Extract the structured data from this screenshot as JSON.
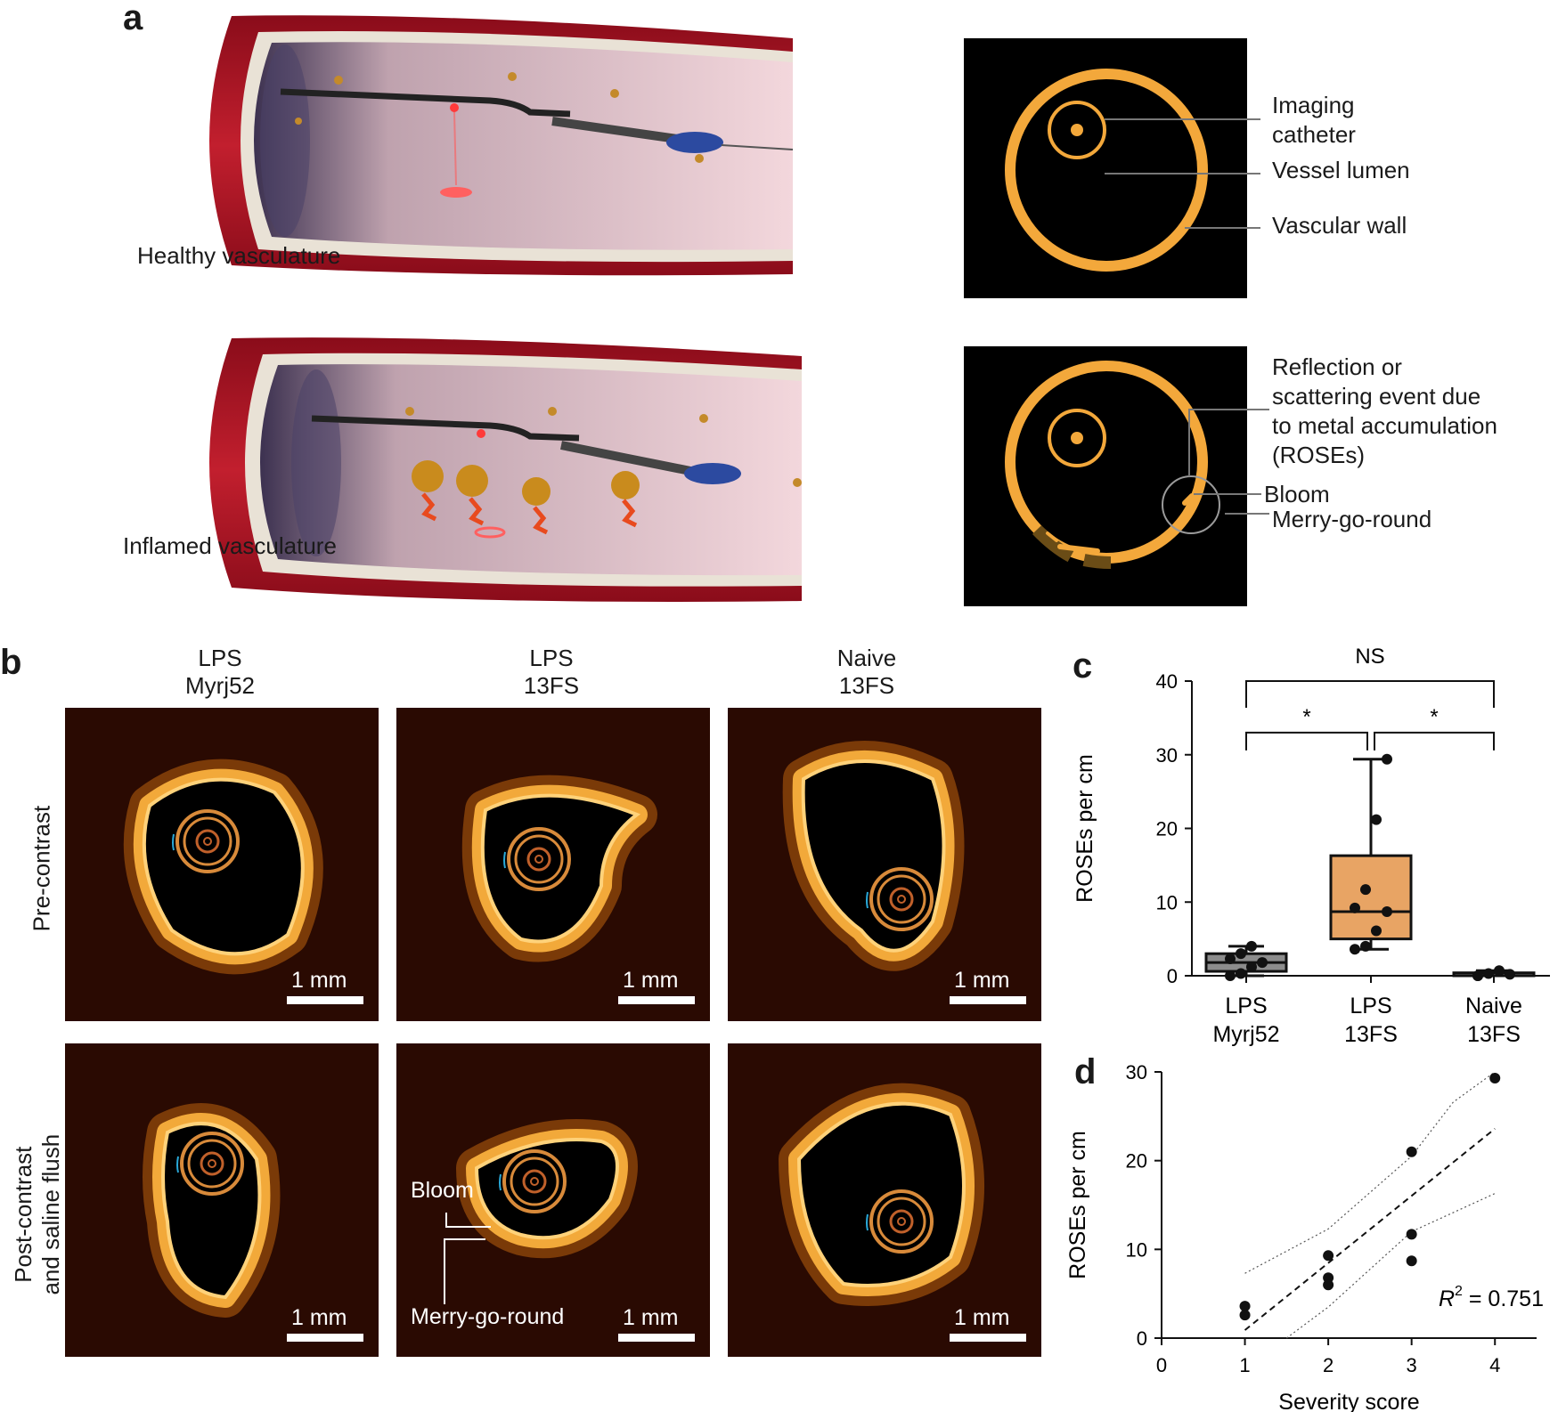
{
  "panel_a": {
    "label": "a",
    "healthy_caption": "Healthy vasculature",
    "inflamed_caption": "Inflamed vasculature",
    "schematic_top": [
      "Imaging",
      "catheter",
      "Vessel lumen",
      "Vascular wall"
    ],
    "schematic_bottom": [
      "Reflection or",
      "scattering event due",
      "to metal accumulation",
      "(ROSEs)",
      "Bloom",
      "Merry-go-round"
    ]
  },
  "panel_b": {
    "label": "b",
    "columns": [
      {
        "line1": "LPS",
        "line2": "Myrj52"
      },
      {
        "line1": "LPS",
        "line2": "13FS"
      },
      {
        "line1": "Naive",
        "line2": "13FS"
      }
    ],
    "rows": [
      {
        "line1": "Pre-contrast"
      },
      {
        "line1": "Post-contrast",
        "line2": "and saline flush"
      }
    ],
    "scale_bar_label": "1 mm",
    "bloom_label": "Bloom",
    "merry_label": "Merry-go-round",
    "colors": {
      "wall": "#f2a93a",
      "bright": "#ffd27a",
      "lumen": "#000000",
      "tissue": "#2a0a02"
    }
  },
  "chart_data": [
    {
      "panel": "c",
      "type": "box",
      "ylabel": "ROSEs per cm",
      "ylim": [
        0,
        40
      ],
      "yticks": [
        0,
        10,
        20,
        30,
        40
      ],
      "categories": [
        "LPS\nMyrj52",
        "LPS\n13FS",
        "Naive\n13FS"
      ],
      "category_lines": [
        [
          "LPS",
          "Myrj52"
        ],
        [
          "LPS",
          "13FS"
        ],
        [
          "Naive",
          "13FS"
        ]
      ],
      "boxes": [
        {
          "min": 0,
          "q1": 0.6,
          "median": 1.8,
          "q3": 3.0,
          "max": 4.0,
          "color": "#8c8c8c",
          "points": [
            0,
            0.3,
            1.2,
            1.8,
            2.3,
            3.0,
            4.0
          ]
        },
        {
          "min": 3.6,
          "q1": 5.0,
          "median": 8.7,
          "q3": 16.3,
          "max": 29.4,
          "color": "#e8a464",
          "points": [
            3.6,
            4.0,
            6.1,
            8.7,
            9.2,
            11.7,
            21.2,
            29.4
          ]
        },
        {
          "min": 0,
          "q1": 0,
          "median": 0,
          "q3": 0.4,
          "max": 0.7,
          "color": "#8c8c8c",
          "points": [
            0,
            0.3,
            0.7,
            0.2,
            0
          ]
        }
      ],
      "significance": [
        {
          "from": 0,
          "to": 2,
          "label": "NS",
          "level": 40
        },
        {
          "from": 0,
          "to": 1,
          "label": "*",
          "level": 33
        },
        {
          "from": 1,
          "to": 2,
          "label": "*",
          "level": 33
        }
      ]
    },
    {
      "panel": "d",
      "type": "scatter",
      "xlabel": "Severity score",
      "ylabel": "ROSEs per cm",
      "xlim": [
        0,
        4.5
      ],
      "ylim": [
        0,
        30
      ],
      "xticks": [
        0,
        1,
        2,
        3,
        4
      ],
      "yticks": [
        0,
        10,
        20,
        30
      ],
      "points": [
        {
          "x": 1,
          "y": 3.6
        },
        {
          "x": 1,
          "y": 2.6
        },
        {
          "x": 2,
          "y": 9.3
        },
        {
          "x": 2,
          "y": 6.8
        },
        {
          "x": 2,
          "y": 6.0
        },
        {
          "x": 3,
          "y": 21.0
        },
        {
          "x": 3,
          "y": 11.7
        },
        {
          "x": 3,
          "y": 8.7
        },
        {
          "x": 4,
          "y": 29.3
        }
      ],
      "fit": {
        "x": [
          1,
          4
        ],
        "y": [
          0.9,
          23.6
        ]
      },
      "ci_upper": [
        {
          "x": 1,
          "y": 7.3
        },
        {
          "x": 2,
          "y": 12.3
        },
        {
          "x": 3,
          "y": 20.5
        },
        {
          "x": 3.5,
          "y": 26.6
        },
        {
          "x": 4,
          "y": 30.0
        }
      ],
      "ci_lower": [
        {
          "x": 1.5,
          "y": 0
        },
        {
          "x": 2,
          "y": 3.5
        },
        {
          "x": 3,
          "y": 12.0
        },
        {
          "x": 4,
          "y": 16.3
        }
      ],
      "annotation_prefix": "R",
      "annotation_sup": "2",
      "annotation_value": " = 0.751"
    }
  ],
  "panel_c_label": "c",
  "panel_d_label": "d"
}
